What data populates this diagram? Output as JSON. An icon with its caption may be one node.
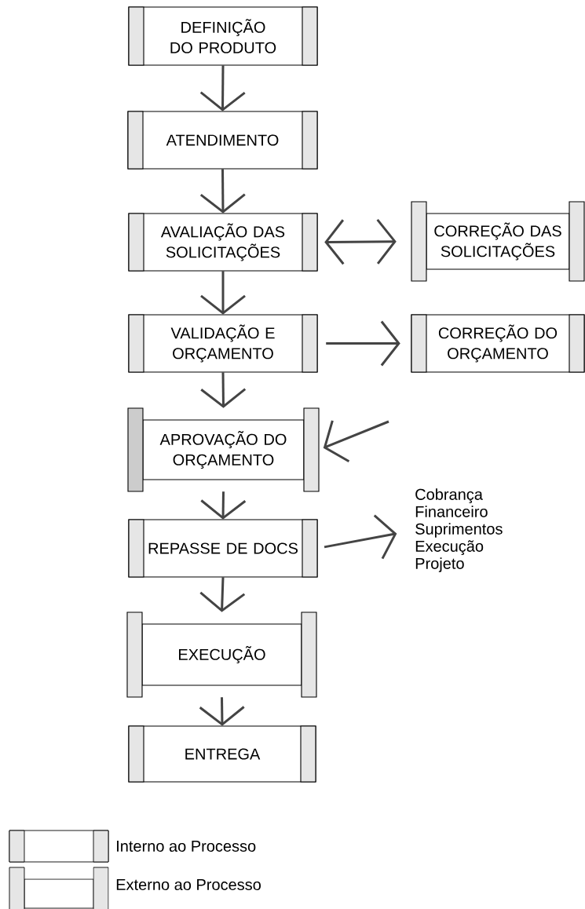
{
  "diagram": {
    "nodes": [
      {
        "text": [
          "DEFINIÇÃO DO PRODUTO"
        ]
      },
      {
        "text": [
          "ATENDIMENTO"
        ]
      },
      {
        "text": [
          "AVALIAÇÃO DAS SOLICITAÇÕES"
        ]
      },
      {
        "text": [
          "CORREÇÃO DAS SOLICITAÇÕES"
        ]
      },
      {
        "text": [
          "VALIDAÇÃO E ORÇAMENTO"
        ]
      },
      {
        "text": [
          "CORREÇÃO DO ORÇAMENTO"
        ]
      },
      {
        "text": [
          "APROVAÇÃO DO ORÇAMENTO"
        ]
      },
      {
        "text": [
          "REPASSE DE DOCS"
        ]
      },
      {
        "text": [
          "Cobrança",
          "Financeiro",
          "Suprimentos",
          "Execução",
          "Projeto"
        ]
      },
      {
        "text": [
          "EXECUÇÃO"
        ]
      },
      {
        "text": [
          "ENTREGA"
        ]
      }
    ],
    "edges": [
      {
        "from": 0,
        "to": 1,
        "arrow": "to"
      },
      {
        "from": 1,
        "to": 2,
        "arrow": "to"
      },
      {
        "from": 2,
        "to": 3,
        "arrow": "both"
      },
      {
        "from": 2,
        "to": 4,
        "arrow": "to"
      },
      {
        "from": 4,
        "to": 5,
        "arrow": "to"
      },
      {
        "from": 4,
        "to": 6,
        "arrow": "to"
      },
      {
        "from": null,
        "to": 6,
        "arrow": "to"
      },
      {
        "from": 6,
        "to": 7,
        "arrow": "to"
      },
      {
        "from": 7,
        "to": 8,
        "arrow": "to"
      },
      {
        "from": 7,
        "to": 9,
        "arrow": "to"
      },
      {
        "from": 9,
        "to": 10,
        "arrow": "to"
      }
    ],
    "legend": [
      {
        "text": "Interno ao Processo"
      },
      {
        "text": "Externo ao Processo"
      }
    ]
  }
}
